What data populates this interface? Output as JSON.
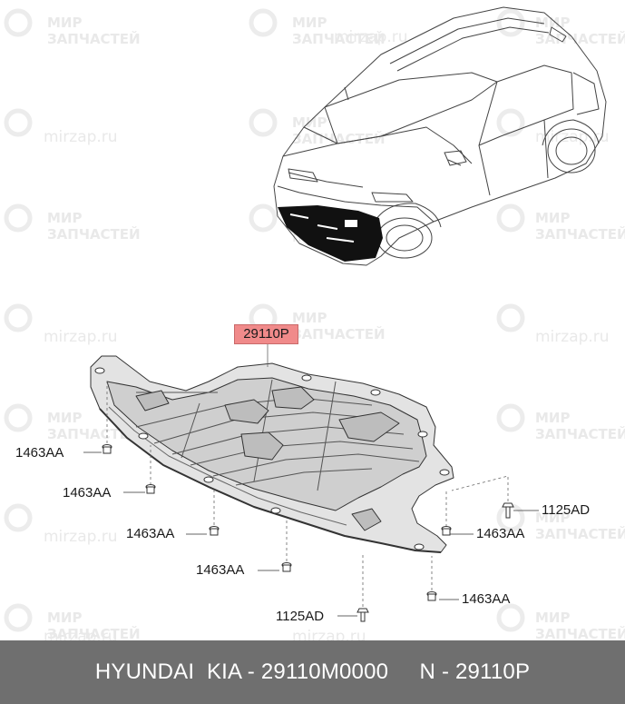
{
  "watermark": {
    "brand_line1": "МИР",
    "brand_line2": "ЗАПЧАСТЕЙ",
    "site": "mirzap.ru"
  },
  "diagram": {
    "part_tag": "29110P",
    "callouts": {
      "clip_left_1": "1463AA",
      "clip_left_2": "1463AA",
      "clip_left_3": "1463AA",
      "clip_left_4": "1463AA",
      "clip_right_1": "1463AA",
      "clip_right_2": "1463AA",
      "bolt_right": "1125AD",
      "bolt_bottom": "1125AD"
    }
  },
  "footer": {
    "text": "HYUNDAI  KIA - 29110M0000     N - 29110P"
  }
}
